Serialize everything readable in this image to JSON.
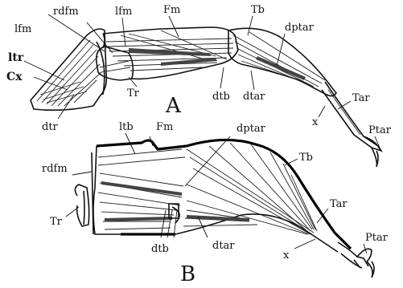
{
  "figure": {
    "panel_a": {
      "letter": "A",
      "labels": {
        "rdfm": "rdfm",
        "lfm": "lfm",
        "fm": "Fm",
        "tb": "Tb",
        "dptar": "dptar",
        "lfm_left": "lfm",
        "ltr": "ltr",
        "cx": "Cx",
        "tr": "Tr",
        "dtb": "dtb",
        "dtar": "dtar",
        "tar": "Tar",
        "x": "x",
        "ptar": "Ptar",
        "dtr": "dtr"
      }
    },
    "panel_b": {
      "letter": "B",
      "labels": {
        "ltb": "ltb",
        "fm": "Fm",
        "dptar": "dptar",
        "tb": "Tb",
        "rdfm": "rdfm",
        "tr": "Tr",
        "tar": "Tar",
        "ptar": "Ptar",
        "dtb": "dtb",
        "dtar": "dtar",
        "x": "x"
      }
    }
  }
}
